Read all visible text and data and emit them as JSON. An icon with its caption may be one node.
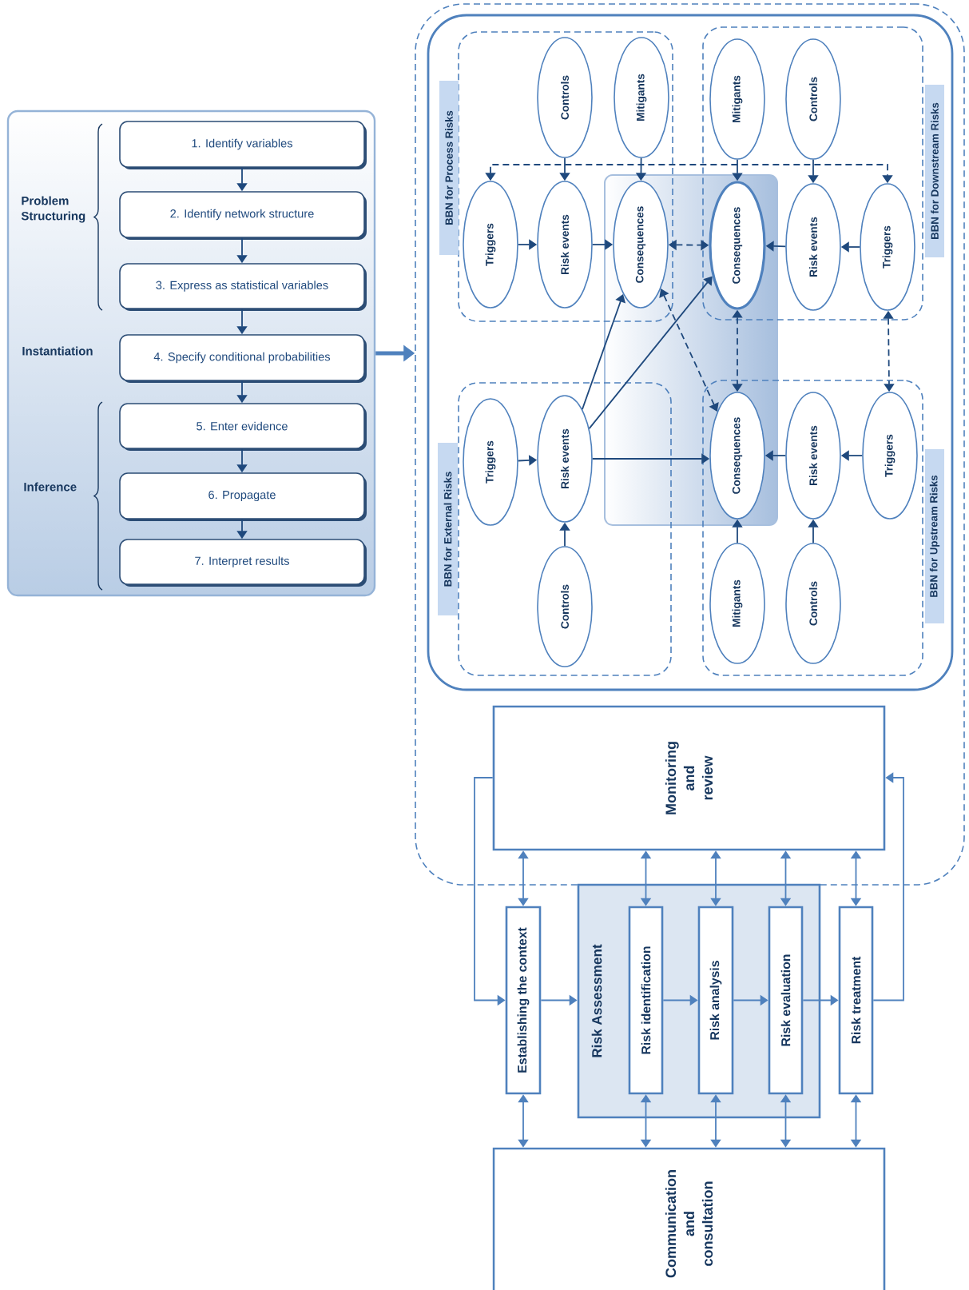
{
  "diagram": {
    "nodes": [
      {
        "text": [
          "Problem Structuring",
          "Instantiation",
          "Inference"
        ]
      },
      {
        "text": [
          "1. Identify variables"
        ],
        "in": 0
      },
      {
        "text": [
          "2. Identify network structure"
        ],
        "in": 0
      },
      {
        "text": [
          "3. Express as statistical variables"
        ],
        "in": 0
      },
      {
        "text": [
          "4. Specify conditional probabilities"
        ],
        "in": 0
      },
      {
        "text": [
          "5. Enter evidence"
        ],
        "in": 0
      },
      {
        "text": [
          "6. Propagate"
        ],
        "in": 0
      },
      {
        "text": [
          "7. Interpret results"
        ],
        "in": 0
      },
      {
        "text": [],
        "shape": "box"
      },
      {
        "text": [],
        "shape": "box",
        "in": 8
      },
      {
        "text": [
          "BBN for Process Risks"
        ],
        "in": 9
      },
      {
        "text": [
          "Controls"
        ],
        "in": 10
      },
      {
        "text": [
          "Mitigants"
        ],
        "in": 10
      },
      {
        "text": [
          "Triggers"
        ],
        "in": 10
      },
      {
        "text": [
          "Risk events"
        ],
        "in": 10
      },
      {
        "text": [
          "Consequences"
        ],
        "in": 10
      },
      {
        "text": [
          "BBN for Downstream Risks"
        ],
        "in": 9
      },
      {
        "text": [
          "Mitigants"
        ],
        "in": 16
      },
      {
        "text": [
          "Controls"
        ],
        "in": 16
      },
      {
        "text": [
          "Consequences"
        ],
        "in": 16
      },
      {
        "text": [
          "Risk events"
        ],
        "in": 16
      },
      {
        "text": [
          "Triggers"
        ],
        "in": 16
      },
      {
        "text": [
          "BBN for External Risks"
        ],
        "in": 9
      },
      {
        "text": [
          "Triggers"
        ],
        "in": 22
      },
      {
        "text": [
          "Risk events"
        ],
        "in": 22
      },
      {
        "text": [
          "Controls"
        ],
        "in": 22
      },
      {
        "text": [
          "BBN for Upstream Risks"
        ],
        "in": 9
      },
      {
        "text": [
          "Consequences"
        ],
        "in": 26
      },
      {
        "text": [
          "Risk events"
        ],
        "in": 26
      },
      {
        "text": [
          "Triggers"
        ],
        "in": 26
      },
      {
        "text": [
          "Mitigants"
        ],
        "in": 26
      },
      {
        "text": [
          "Controls"
        ],
        "in": 26
      },
      {
        "text": [
          "Monitoring and review"
        ],
        "in": 8
      },
      {
        "text": [
          "Establishing the context"
        ]
      },
      {
        "text": [
          "Risk Assessment"
        ]
      },
      {
        "text": [
          "Risk identification"
        ],
        "in": 34
      },
      {
        "text": [
          "Risk analysis"
        ],
        "in": 34
      },
      {
        "text": [
          "Risk evaluation"
        ],
        "in": 34
      },
      {
        "text": [
          "Risk treatment"
        ]
      },
      {
        "text": [
          "Communication and consultation"
        ]
      }
    ],
    "edges": [
      {
        "from": 1,
        "to": 2,
        "arrow": "to"
      },
      {
        "from": 2,
        "to": 3,
        "arrow": "to"
      },
      {
        "from": 3,
        "to": 4,
        "arrow": "to"
      },
      {
        "from": 4,
        "to": 5,
        "arrow": "to"
      },
      {
        "from": 5,
        "to": 6,
        "arrow": "to"
      },
      {
        "from": 6,
        "to": 7,
        "arrow": "to"
      },
      {
        "from": 0,
        "to": 8,
        "arrow": "to",
        "style": "thick",
        "color": "#4f81bd"
      },
      {
        "from": 13,
        "to": 14,
        "arrow": "to"
      },
      {
        "from": 14,
        "to": 15,
        "arrow": "to"
      },
      {
        "from": 11,
        "to": 14,
        "arrow": "to"
      },
      {
        "from": 12,
        "to": 15,
        "arrow": "to"
      },
      {
        "from": 13,
        "to": 21,
        "arrow": "both",
        "style": "dashed"
      },
      {
        "from": 15,
        "to": 19,
        "arrow": "both",
        "style": "dashed"
      },
      {
        "from": 17,
        "to": 19,
        "arrow": "to"
      },
      {
        "from": 18,
        "to": 20,
        "arrow": "to"
      },
      {
        "from": 20,
        "to": 19,
        "arrow": "to"
      },
      {
        "from": 21,
        "to": 20,
        "arrow": "to"
      },
      {
        "from": 19,
        "to": 27,
        "arrow": "both",
        "style": "dashed"
      },
      {
        "from": 15,
        "to": 27,
        "arrow": "both",
        "style": "dashed"
      },
      {
        "from": 21,
        "to": 29,
        "arrow": "both",
        "style": "dashed"
      },
      {
        "from": 23,
        "to": 24,
        "arrow": "to"
      },
      {
        "from": 25,
        "to": 24,
        "arrow": "to"
      },
      {
        "from": 24,
        "to": 15,
        "arrow": "to"
      },
      {
        "from": 24,
        "to": 19,
        "arrow": "to"
      },
      {
        "from": 24,
        "to": 27,
        "arrow": "to"
      },
      {
        "from": 28,
        "to": 27,
        "arrow": "to"
      },
      {
        "from": 29,
        "to": 28,
        "arrow": "to"
      },
      {
        "from": 30,
        "to": 27,
        "arrow": "to"
      },
      {
        "from": 31,
        "to": 28,
        "arrow": "to"
      },
      {
        "from": 33,
        "to": 34,
        "arrow": "to",
        "color": "#4f81bd"
      },
      {
        "from": 35,
        "to": 36,
        "arrow": "to",
        "color": "#4f81bd"
      },
      {
        "from": 36,
        "to": 37,
        "arrow": "to",
        "color": "#4f81bd"
      },
      {
        "from": 37,
        "to": 38,
        "arrow": "to",
        "color": "#4f81bd"
      },
      {
        "from": 32,
        "to": 33,
        "arrow": "to",
        "color": "#4f81bd"
      },
      {
        "from": 38,
        "to": 32,
        "arrow": "to",
        "color": "#4f81bd"
      },
      {
        "from": 32,
        "to": 33,
        "arrow": "both",
        "color": "#4f81bd"
      },
      {
        "from": 32,
        "to": 35,
        "arrow": "both",
        "color": "#4f81bd"
      },
      {
        "from": 32,
        "to": 36,
        "arrow": "both",
        "color": "#4f81bd"
      },
      {
        "from": 32,
        "to": 37,
        "arrow": "both",
        "color": "#4f81bd"
      },
      {
        "from": 32,
        "to": 38,
        "arrow": "both",
        "color": "#4f81bd"
      },
      {
        "from": 39,
        "to": 33,
        "arrow": "both",
        "color": "#4f81bd"
      },
      {
        "from": 39,
        "to": 35,
        "arrow": "both",
        "color": "#4f81bd"
      },
      {
        "from": 39,
        "to": 36,
        "arrow": "both",
        "color": "#4f81bd"
      },
      {
        "from": 39,
        "to": 37,
        "arrow": "both",
        "color": "#4f81bd"
      },
      {
        "from": 39,
        "to": 38,
        "arrow": "both",
        "color": "#4f81bd"
      }
    ]
  }
}
